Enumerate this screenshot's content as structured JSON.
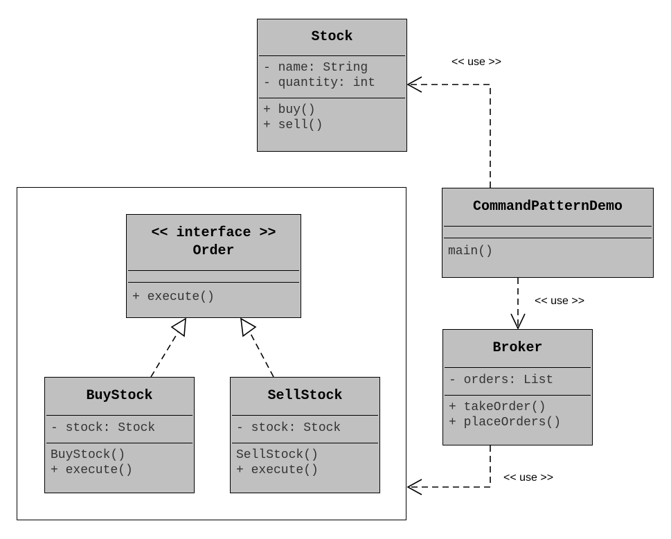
{
  "classes": {
    "stock": {
      "name": "Stock",
      "attributes": [
        "- name: String",
        "- quantity: int"
      ],
      "methods": [
        "+ buy()",
        "+ sell()"
      ]
    },
    "order": {
      "stereotype": "<< interface >>",
      "name": "Order",
      "attributes": [],
      "methods": [
        "+ execute()"
      ]
    },
    "buy_stock": {
      "name": "BuyStock",
      "attributes": [
        "- stock: Stock"
      ],
      "methods": [
        "BuyStock()",
        "+ execute()"
      ]
    },
    "sell_stock": {
      "name": "SellStock",
      "attributes": [
        "- stock: Stock"
      ],
      "methods": [
        "SellStock()",
        "+ execute()"
      ]
    },
    "command_pattern_demo": {
      "name": "CommandPatternDemo",
      "attributes": [],
      "methods": [
        "main()"
      ]
    },
    "broker": {
      "name": "Broker",
      "attributes": [
        "- orders: List"
      ],
      "methods": [
        "+ takeOrder()",
        "+ placeOrders()"
      ]
    }
  },
  "relations": {
    "demo_uses_stock": "<< use >>",
    "demo_uses_broker": "<< use >>",
    "broker_uses_orders": "<< use >>"
  },
  "colors": {
    "class_fill": "#c0c0c0",
    "line": "#000000"
  }
}
